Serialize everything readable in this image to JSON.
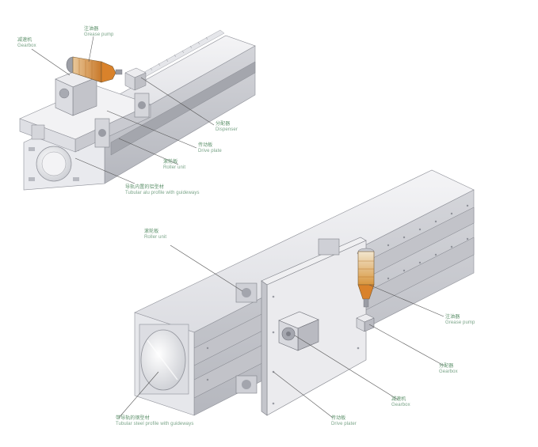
{
  "diagram": {
    "top_assembly": {
      "labels": {
        "gearbox": {
          "cn": "减速机",
          "en": "Gearbox"
        },
        "grease_pump": {
          "cn": "注油器",
          "en": "Grease pump"
        },
        "dispenser": {
          "cn": "分配器",
          "en": "Dispenser"
        },
        "drive_plate": {
          "cn": "传动板",
          "en": "Drive plate"
        },
        "roller_unit": {
          "cn": "滚轮板",
          "en": "Roller unit"
        },
        "profile": {
          "cn": "导轨内置的铝型材",
          "en": "Tubular alu profile with guideways"
        }
      }
    },
    "bottom_assembly": {
      "labels": {
        "roller_unit": {
          "cn": "滚轮板",
          "en": "Roller unit"
        },
        "grease_pump": {
          "cn": "注油器",
          "en": "Grease pump"
        },
        "dispenser": {
          "cn": "分配器",
          "en": "Gearbox"
        },
        "gearbox": {
          "cn": "减速机",
          "en": "Gearbox"
        },
        "drive_plate": {
          "cn": "传动板",
          "en": "Drive plater"
        },
        "profile": {
          "cn": "带导轨的钢型材",
          "en": "Tubular steel profile with guideways"
        }
      }
    },
    "colors": {
      "label_text": "#5a8f68",
      "line": "#555555",
      "metal_light": "#eeeef0",
      "metal_mid": "#d2d3d8",
      "metal_dark": "#a9abb3",
      "pump_orange": "#d9822b",
      "pump_amber": "#e8a440"
    }
  }
}
